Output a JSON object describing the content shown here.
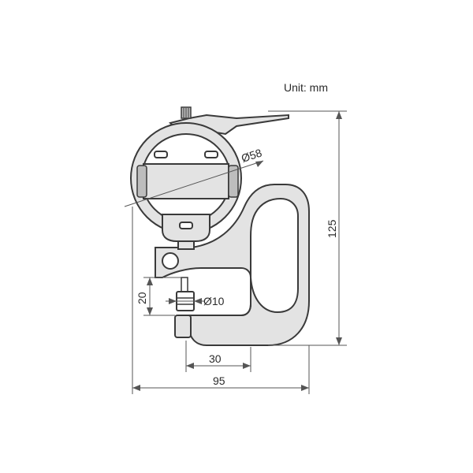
{
  "unit_label": "Unit: mm",
  "dimensions": {
    "dial_diameter": "Ø58",
    "anvil_diameter": "Ø10",
    "spindle_travel": "20",
    "throat_depth": "30",
    "total_width": "95",
    "total_height": "125"
  },
  "colors": {
    "line": "#3a3a3a",
    "fill": "#e3e3e3",
    "dark_fill": "#bdbdbd",
    "dim_line": "#555555"
  }
}
